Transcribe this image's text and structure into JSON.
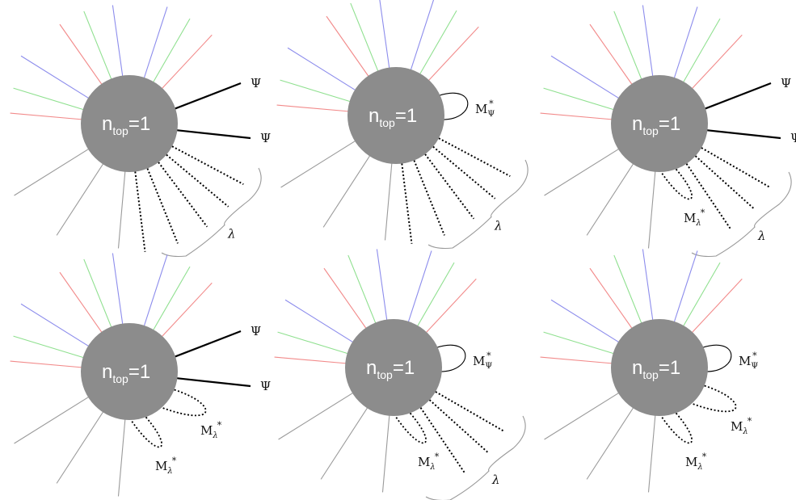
{
  "colors": {
    "blob": "#8c8c8c",
    "red": "#f28a8a",
    "green": "#8fe08f",
    "blue": "#8c8cec",
    "gray": "#9a9a9a",
    "black": "#000000",
    "brace": "#999999"
  },
  "blob_label": {
    "main": "n",
    "sub": "top",
    "rest": "=1"
  },
  "labels": {
    "psi": "Ψ",
    "m_star": "M",
    "star": "*",
    "psi_sub": "Ψ",
    "lambda": "λ"
  },
  "panels": [
    {
      "id": "top-left",
      "psi_lines": true,
      "psi_loop": false,
      "lambda_loops": 0,
      "dotted_lines": 5
    },
    {
      "id": "top-middle",
      "psi_lines": false,
      "psi_loop": true,
      "lambda_loops": 0,
      "dotted_lines": 5
    },
    {
      "id": "top-right",
      "psi_lines": true,
      "psi_loop": false,
      "lambda_loops": 1,
      "dotted_lines": 3
    },
    {
      "id": "bottom-left",
      "psi_lines": true,
      "psi_loop": false,
      "lambda_loops": 2,
      "dotted_lines": 0
    },
    {
      "id": "bottom-middle",
      "psi_lines": false,
      "psi_loop": true,
      "lambda_loops": 1,
      "dotted_lines": 3
    },
    {
      "id": "bottom-right",
      "psi_lines": false,
      "psi_loop": true,
      "lambda_loops": 2,
      "dotted_lines": 0
    }
  ]
}
